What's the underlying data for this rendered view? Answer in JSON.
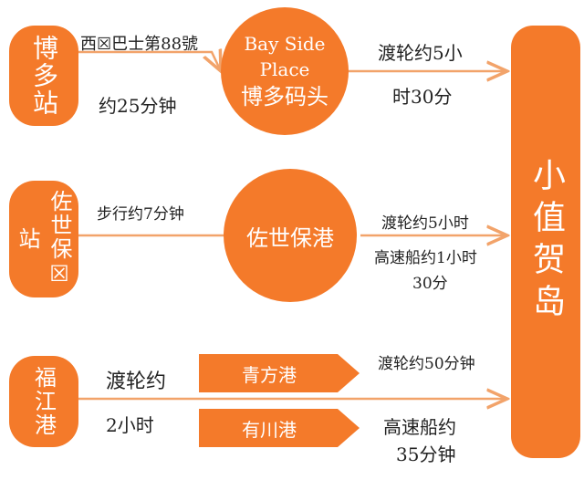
{
  "stations": {
    "hakata": "博多站",
    "sasebo": "佐世保☒站",
    "fukue": "福江港"
  },
  "hubs": {
    "bayside_line1": "Bay Side",
    "bayside_line2": "Place",
    "bayside_line3": "博多码头",
    "sasebo_port": "佐世保港"
  },
  "destination": "小值贺岛",
  "labels": {
    "hakata_bus_line1": "西☒巴士第88號",
    "hakata_bus_line2": "约25分钟",
    "bayside_ferry_line1": "渡轮约5小",
    "bayside_ferry_line2": "时30分",
    "sasebo_walk": "步行约7分钟",
    "sasebo_ferry": "渡轮约5小时",
    "sasebo_hs_line1": "高速船约1小时",
    "sasebo_hs_line2": "30分",
    "fukue_ferry_line1": "渡轮约",
    "fukue_ferry_line2": "2小时",
    "aokata_ferry": "渡轮约50分钟",
    "arikawa_hs_line1": "高速船约",
    "arikawa_hs_line2": "35分钟"
  },
  "ports": {
    "aokata": "青方港",
    "arikawa": "有川港"
  },
  "colors": {
    "accent": "#f47a2a",
    "line": "#f2a36a"
  }
}
